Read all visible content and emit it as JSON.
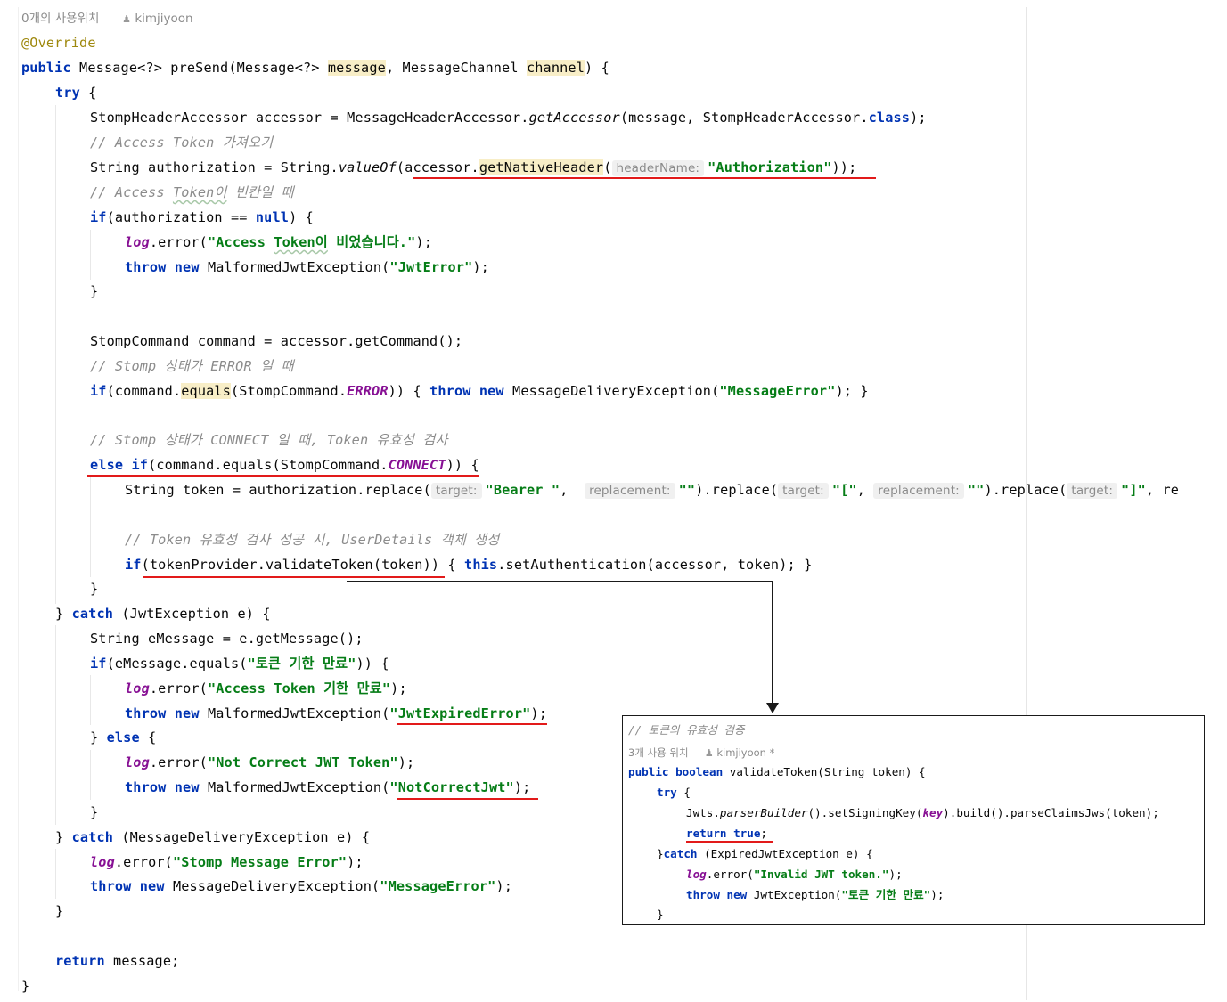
{
  "meta": {
    "usages": "0개의 사용위치",
    "author": "kimjiyoon"
  },
  "code": {
    "annotation": "@Override",
    "l2": {
      "kw": "public",
      "a": " Message<?> preSend(Message<?> ",
      "p1": "message",
      "b": ", MessageChannel ",
      "p2": "channel",
      "c": ") {"
    },
    "l3": {
      "kw": "try",
      "a": " {"
    },
    "l4": {
      "a": "StompHeaderAccessor accessor = MessageHeaderAccessor.",
      "m": "getAccessor",
      "b": "(message, StompHeaderAccessor.",
      "kw": "class",
      "c": ");"
    },
    "l5": "// Access Token 가져오기",
    "l6": {
      "a": "String authorization = String.",
      "m": "valueOf",
      "b": "(accessor.",
      "m2": "getNativeHeader",
      "c": "(",
      "hint": "headerName:",
      "str": "\"Authorization\"",
      "d": "));"
    },
    "l7": {
      "a": "// Access ",
      "u": "Token이",
      "b": " 빈칸일 때"
    },
    "l8": {
      "kw": "if",
      "a": "(authorization == ",
      "kw2": "null",
      "b": ") {"
    },
    "l9": {
      "f": "log",
      "a": ".error(",
      "s1": "\"Access ",
      "su": "Token이",
      "s2": " 비었습니다.\"",
      "b": ");"
    },
    "l10": {
      "kw": "throw new",
      "a": " MalformedJwtException(",
      "str": "\"JwtError\"",
      "b": ");"
    },
    "l11": "}",
    "l12": {
      "a": "StompCommand command = accessor.getCommand();"
    },
    "l13": "// Stomp 상태가 ERROR 일 때",
    "l14": {
      "kw": "if",
      "a": "(command.",
      "m": "equals",
      "b": "(StompCommand.",
      "f": "ERROR",
      "c": ")) { ",
      "kw2": "throw new",
      "d": " MessageDeliveryException(",
      "str": "\"MessageError\"",
      "e": "); }"
    },
    "l15": "// Stomp 상태가 CONNECT 일 때, Token 유효성 검사",
    "l16": {
      "kw": "else if",
      "a": "(command.equals(StompCommand.",
      "f": "CONNECT",
      "b": ")) {"
    },
    "l17": {
      "a": "String token = authorization.replace(",
      "h1": "target:",
      "s1": "\"Bearer \"",
      "c1": ",  ",
      "h2": "replacement:",
      "s2": "\"\"",
      "b": ").replace(",
      "h3": "target:",
      "s3": "\"[\"",
      "c2": ", ",
      "h4": "replacement:",
      "s4": "\"\"",
      "c": ").replace(",
      "h5": "target:",
      "s5": "\"]\"",
      "d": ", re"
    },
    "l18": "// Token 유효성 검사 성공 시, UserDetails 객체 생성",
    "l19": {
      "kw": "if",
      "a": "(tokenProvider.validateToken(token)) { ",
      "kw2": "this",
      "b": ".setAuthentication(accessor, token); }"
    },
    "l20": "}",
    "l21": {
      "a": "} ",
      "kw": "catch",
      "b": " (JwtException e) {"
    },
    "l22": {
      "a": "String eMessage = e.getMessage();"
    },
    "l23": {
      "kw": "if",
      "a": "(eMessage.equals(",
      "str": "\"토큰 기한 만료\"",
      "b": ")) {"
    },
    "l24": {
      "f": "log",
      "a": ".error(",
      "str": "\"Access Token 기한 만료\"",
      "b": ");"
    },
    "l25": {
      "kw": "throw new",
      "a": " MalformedJwtException(",
      "str": "\"JwtExpiredError\"",
      "b": ");"
    },
    "l26": {
      "a": "} ",
      "kw": "else",
      "b": " {"
    },
    "l27": {
      "f": "log",
      "a": ".error(",
      "str": "\"Not Correct JWT Token\"",
      "b": ");"
    },
    "l28": {
      "kw": "throw new",
      "a": " MalformedJwtException(",
      "str": "\"NotCorrectJwt\"",
      "b": ");"
    },
    "l29": "}",
    "l30": {
      "a": "} ",
      "kw": "catch",
      "b": " (MessageDeliveryException e) {"
    },
    "l31": {
      "f": "log",
      "a": ".error(",
      "str": "\"Stomp Message Error\"",
      "b": ");"
    },
    "l32": {
      "kw": "throw new",
      "a": " MessageDeliveryException(",
      "str": "\"MessageError\"",
      "b": ");"
    },
    "l33": "}",
    "l34": {
      "kw": "return",
      "a": " message;"
    },
    "l35": "}"
  },
  "popup": {
    "comment": "// 토큰의 유효성 검증",
    "usages": "3개 사용 위치",
    "author": "kimjiyoon *",
    "p1": {
      "kw": "public boolean",
      "a": " validateToken(String token) {"
    },
    "p2": {
      "kw": "try",
      "a": " {"
    },
    "p3": {
      "a": "Jwts.",
      "m": "parserBuilder",
      "b": "().setSigningKey(",
      "f": "key",
      "c": ").build().parseClaimsJws(token);"
    },
    "p4": {
      "kw": "return true",
      "a": ";"
    },
    "p5": {
      "a": "}",
      "kw": "catch",
      "b": " (ExpiredJwtException e) {"
    },
    "p6": {
      "f": "log",
      "a": ".error(",
      "str": "\"Invalid JWT token.\"",
      "b": ");"
    },
    "p7": {
      "kw": "throw new",
      "a": " JwtException(",
      "str": "\"토큰 기한 만료\"",
      "b": ");"
    },
    "p8": "}"
  },
  "colors": {
    "keyword": "#0033b3",
    "string": "#067d17",
    "comment": "#8c8c8c",
    "annotation": "#9e880d",
    "highlight": "#f8eec7",
    "mark": "#e21a1a"
  },
  "icons": {
    "user": "user-icon"
  }
}
